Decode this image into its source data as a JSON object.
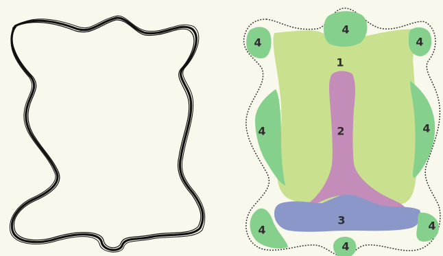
{
  "colors": {
    "background": "#f8f9ec",
    "outline": "#111111",
    "region_1": "#c9e18f",
    "region_2": "#c48db9",
    "region_3": "#8b97c8",
    "region_4": "#86d08d",
    "label_text": "#2d2d2d"
  },
  "labels": {
    "region_1": "1",
    "region_2": "2",
    "region_3": "3",
    "region_4": "4"
  }
}
